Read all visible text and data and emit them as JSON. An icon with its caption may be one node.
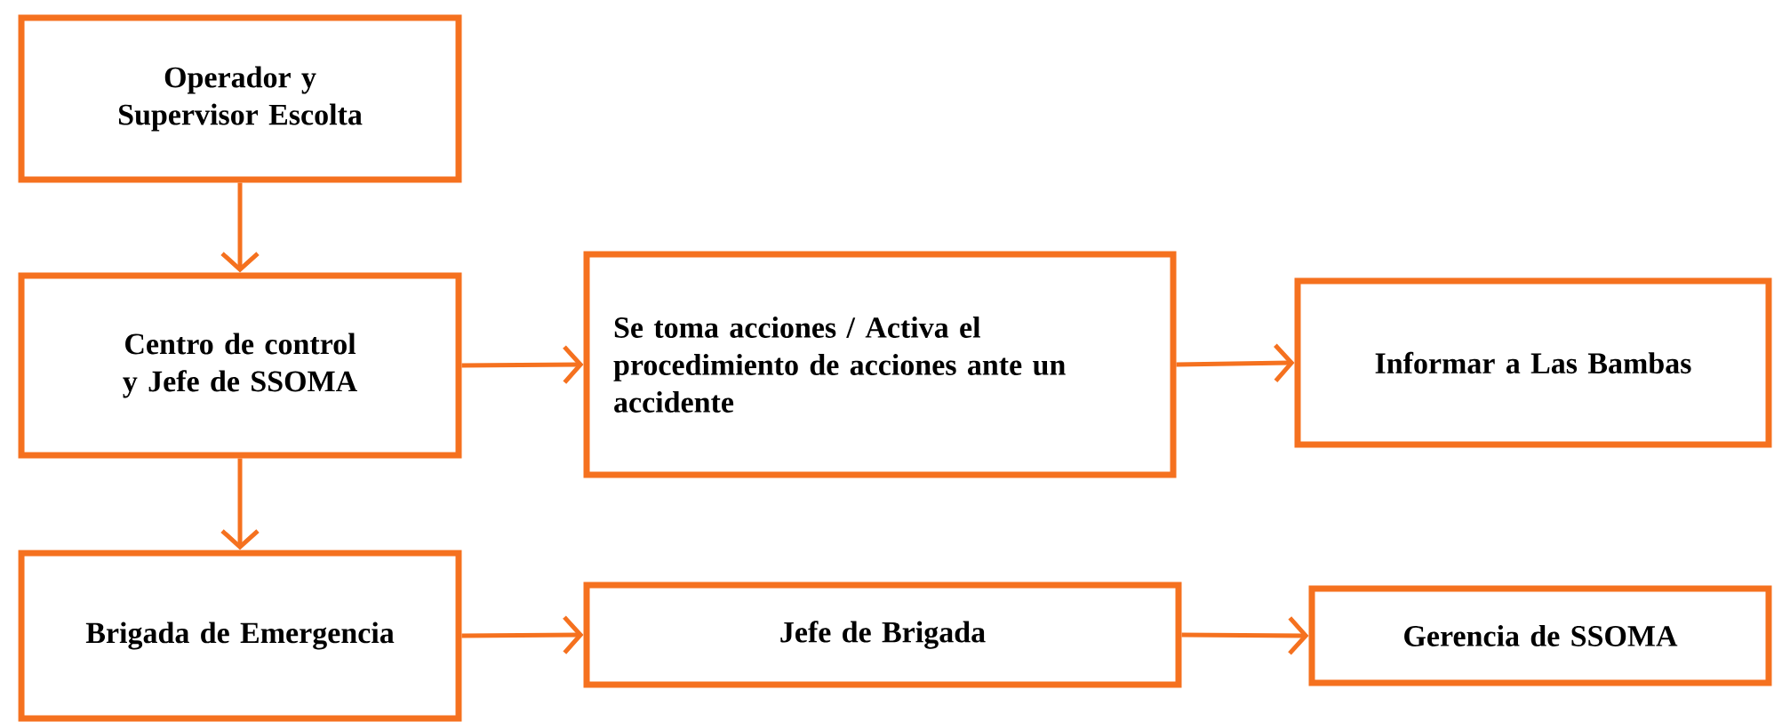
{
  "diagram": {
    "nodes": [
      {
        "text": [
          "Operador y Supervisor Escolta"
        ]
      },
      {
        "text": [
          "Centro de control y Jefe de SSOMA"
        ]
      },
      {
        "text": [
          "Se toma acciones / Activa el procedimiento de acciones ante un accidente"
        ]
      },
      {
        "text": [
          "Informar a Las Bambas"
        ]
      },
      {
        "text": [
          "Brigada de Emergencia"
        ]
      },
      {
        "text": [
          "Jefe de Brigada"
        ]
      },
      {
        "text": [
          "Gerencia de SSOMA"
        ]
      }
    ],
    "edges": [
      {
        "from": 0,
        "to": 1,
        "arrow": "to"
      },
      {
        "from": 1,
        "to": 2,
        "arrow": "to"
      },
      {
        "from": 2,
        "to": 3,
        "arrow": "to"
      },
      {
        "from": 1,
        "to": 4,
        "arrow": "to"
      },
      {
        "from": 4,
        "to": 5,
        "arrow": "to"
      },
      {
        "from": 5,
        "to": 6,
        "arrow": "to"
      }
    ]
  }
}
